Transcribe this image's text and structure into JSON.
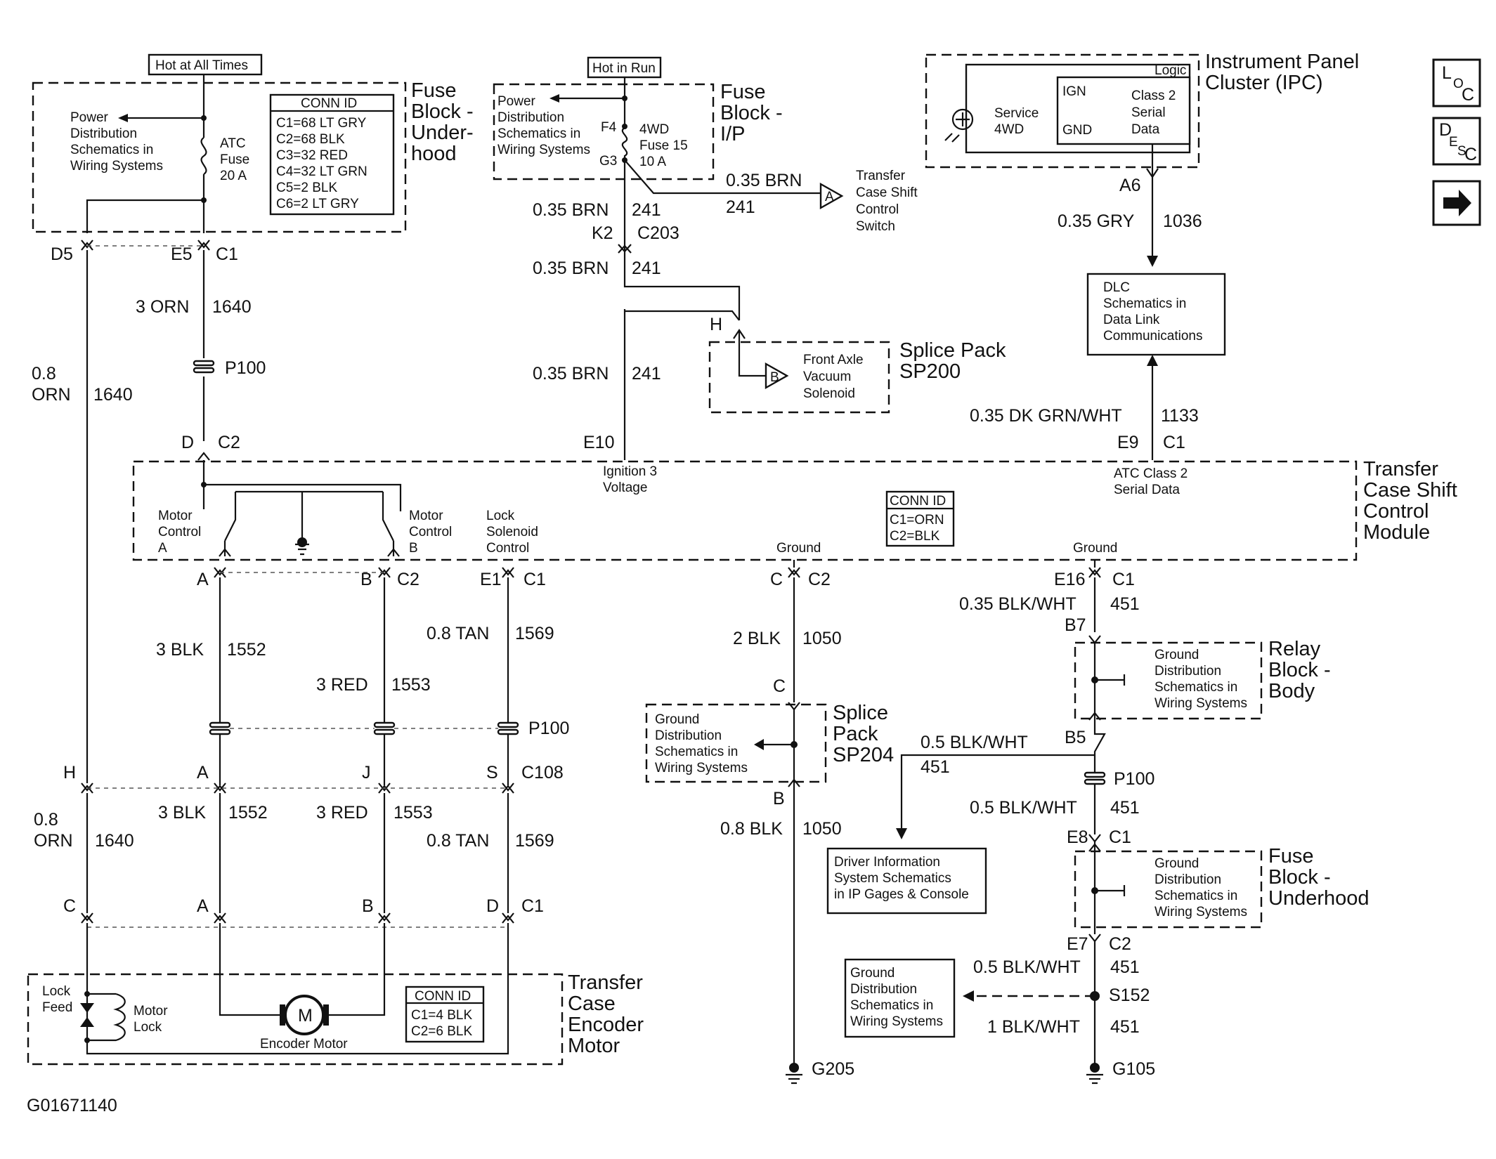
{
  "footer_id": "G01671140",
  "nav": {
    "loc": [
      "L",
      "O",
      "C"
    ],
    "desc": [
      "D",
      "E",
      "S",
      "C"
    ],
    "next_icon": "arrow-right-icon"
  },
  "power": {
    "hot_at_all_times": "Hot at All Times",
    "hot_in_run": "Hot in Run"
  },
  "fuse_block_underhood": {
    "title": [
      "Fuse",
      "Block -",
      "Under-",
      "hood"
    ],
    "power_dist": [
      "Power",
      "Distribution",
      "Schematics in",
      "Wiring Systems"
    ],
    "fuse": [
      "ATC",
      "Fuse",
      "20 A"
    ],
    "conn_id_title": "CONN ID",
    "conn_ids": [
      "C1=68 LT GRY",
      "C2=68 BLK",
      "C3=32 RED",
      "C4=32 LT GRN",
      "C5=2 BLK",
      "C6=2 LT GRY"
    ]
  },
  "fuse_block_ip": {
    "title": [
      "Fuse",
      "Block -",
      "I/P"
    ],
    "power_dist": [
      "Power",
      "Distribution",
      "Schematics in",
      "Wiring Systems"
    ],
    "f4": "F4",
    "g3": "G3",
    "fuse": [
      "4WD",
      "Fuse 15",
      "10 A"
    ]
  },
  "ipc": {
    "title": [
      "Instrument Panel",
      "Cluster (IPC)"
    ],
    "logic": "Logic",
    "ign": "IGN",
    "gnd": "GND",
    "serial": [
      "Class 2",
      "Serial",
      "Data"
    ],
    "service": [
      "Service",
      "4WD"
    ],
    "pin": "A6",
    "wire": "0.35 GRY",
    "circuit": "1036"
  },
  "dlc": {
    "text": [
      "DLC",
      "Schematics in",
      "Data Link",
      "Communications"
    ],
    "wire": "0.35 DK GRN/WHT",
    "circuit": "1133",
    "pin": "E9",
    "conn": "C1"
  },
  "transfer_case_switch": {
    "label": [
      "Transfer",
      "Case Shift",
      "Control",
      "Switch"
    ],
    "marker": "A",
    "wire": "0.35 BRN",
    "circuit": "241"
  },
  "ign_branch": {
    "wire1": "0.35 BRN",
    "circ1": "241",
    "k2": "K2",
    "c203": "C203",
    "wire2": "0.35 BRN",
    "circ2": "241",
    "h": "H",
    "wire3": "0.35 BRN",
    "circ3": "241",
    "e10": "E10"
  },
  "splice_sp200": {
    "title": [
      "Splice Pack",
      "SP200"
    ],
    "marker": "B",
    "label": [
      "Front Axle",
      "Vacuum",
      "Solenoid"
    ]
  },
  "left_feed": {
    "d5": "D5",
    "e5": "E5",
    "c1": "C1",
    "wire_top": "3 ORN",
    "circ_top": "1640",
    "p100": "P100",
    "d": "D",
    "c2": "C2",
    "wire_left": [
      "0.8",
      "ORN"
    ],
    "circ_left": "1640"
  },
  "module": {
    "title": [
      "Transfer",
      "Case Shift",
      "Control",
      "Module"
    ],
    "ign3": [
      "Ignition 3",
      "Voltage"
    ],
    "atc": [
      "ATC Class 2",
      "Serial Data"
    ],
    "motor_a": [
      "Motor",
      "Control",
      "A"
    ],
    "motor_b": [
      "Motor",
      "Control",
      "B"
    ],
    "lock_sol": [
      "Lock",
      "Solenoid",
      "Control"
    ],
    "ground1": "Ground",
    "ground2": "Ground",
    "conn_id_title": "CONN ID",
    "conn_ids": [
      "C1=ORN",
      "C2=BLK"
    ]
  },
  "lower_wires": {
    "a": "A",
    "b": "B",
    "c2": "C2",
    "e1": "E1",
    "c1": "C1",
    "w1": "3 BLK",
    "c1552": "1552",
    "w2": "3 RED",
    "c1553": "1553",
    "w3": "0.8 TAN",
    "c1569": "1569",
    "p100": "P100",
    "h": "H",
    "a2": "A",
    "j": "J",
    "s": "S",
    "c108": "C108",
    "w1b": "3 BLK",
    "c1552b": "1552",
    "w2b": "3 RED",
    "c1553b": "1553",
    "w3b": "0.8 TAN",
    "c1569b": "1569",
    "orn": [
      "0.8",
      "ORN"
    ],
    "c1640": "1640",
    "c": "C",
    "a3": "A",
    "b3": "B",
    "d": "D",
    "c1b": "C1"
  },
  "encoder": {
    "title": [
      "Transfer",
      "Case",
      "Encoder",
      "Motor"
    ],
    "lock_feed": [
      "Lock",
      "Feed"
    ],
    "motor_lock": [
      "Motor",
      "Lock"
    ],
    "motor_symbol": "M",
    "encoder_motor": "Encoder Motor",
    "conn_id_title": "CONN ID",
    "conn_ids": [
      "C1=4 BLK",
      "C2=6 BLK"
    ]
  },
  "ground_g205": {
    "c": "C",
    "c2": "C2",
    "w1": "2 BLK",
    "circ1": "1050",
    "c_pin": "C",
    "splice_title": [
      "Splice",
      "Pack",
      "SP204"
    ],
    "gd": [
      "Ground",
      "Distribution",
      "Schematics in",
      "Wiring Systems"
    ],
    "b": "B",
    "w2": "0.8 BLK",
    "circ2": "1050",
    "g205": "G205"
  },
  "ground_g105": {
    "e16": "E16",
    "c1": "C1",
    "w1": "0.35 BLK/WHT",
    "circ1": "451",
    "b7": "B7",
    "relay_title": [
      "Relay",
      "Block -",
      "Body"
    ],
    "gd1": [
      "Ground",
      "Distribution",
      "Schematics in",
      "Wiring Systems"
    ],
    "b5": "B5",
    "w_dis": "0.5 BLK/WHT",
    "circ_dis": "451",
    "p100": "P100",
    "w2": "0.5 BLK/WHT",
    "circ2": "451",
    "e8": "E8",
    "c1b": "C1",
    "fuse_title": [
      "Fuse",
      "Block -",
      "Underhood"
    ],
    "gd2": [
      "Ground",
      "Distribution",
      "Schematics in",
      "Wiring Systems"
    ],
    "e7": "E7",
    "c2": "C2",
    "w3": "0.5 BLK/WHT",
    "circ3": "451",
    "s152": "S152",
    "w4": "1 BLK/WHT",
    "circ4": "451",
    "g105": "G105",
    "gd3": [
      "Ground",
      "Distribution",
      "Schematics in",
      "Wiring Systems"
    ]
  },
  "dis": {
    "text": [
      "Driver Information",
      "System Schematics",
      "in IP Gages & Console"
    ]
  }
}
